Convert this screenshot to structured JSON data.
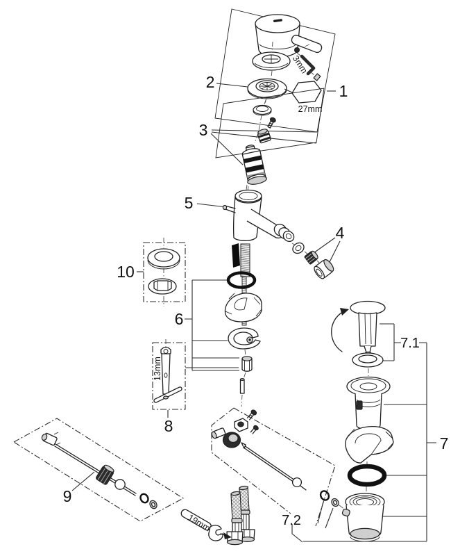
{
  "diagram": {
    "kind": "exploded-parts-diagram",
    "colors": {
      "background": "#ffffff",
      "line": "#1f1f1f",
      "metal_gray": "#cfcfcf",
      "dark_fill": "#2b2b2b"
    }
  },
  "callouts": {
    "p1": "1",
    "p2": "2",
    "p3": "3",
    "p4": "4",
    "p5": "5",
    "p6": "6",
    "p7": "7",
    "p7_1": "7.1",
    "p7_2": "7.2",
    "p8": "8",
    "p9": "9",
    "p10": "10"
  },
  "dimensions": {
    "allen_key": "3mm",
    "cap_ring_wrench": "27mm",
    "socket_tool": "13mm",
    "open_end_wrench": "19mm"
  }
}
